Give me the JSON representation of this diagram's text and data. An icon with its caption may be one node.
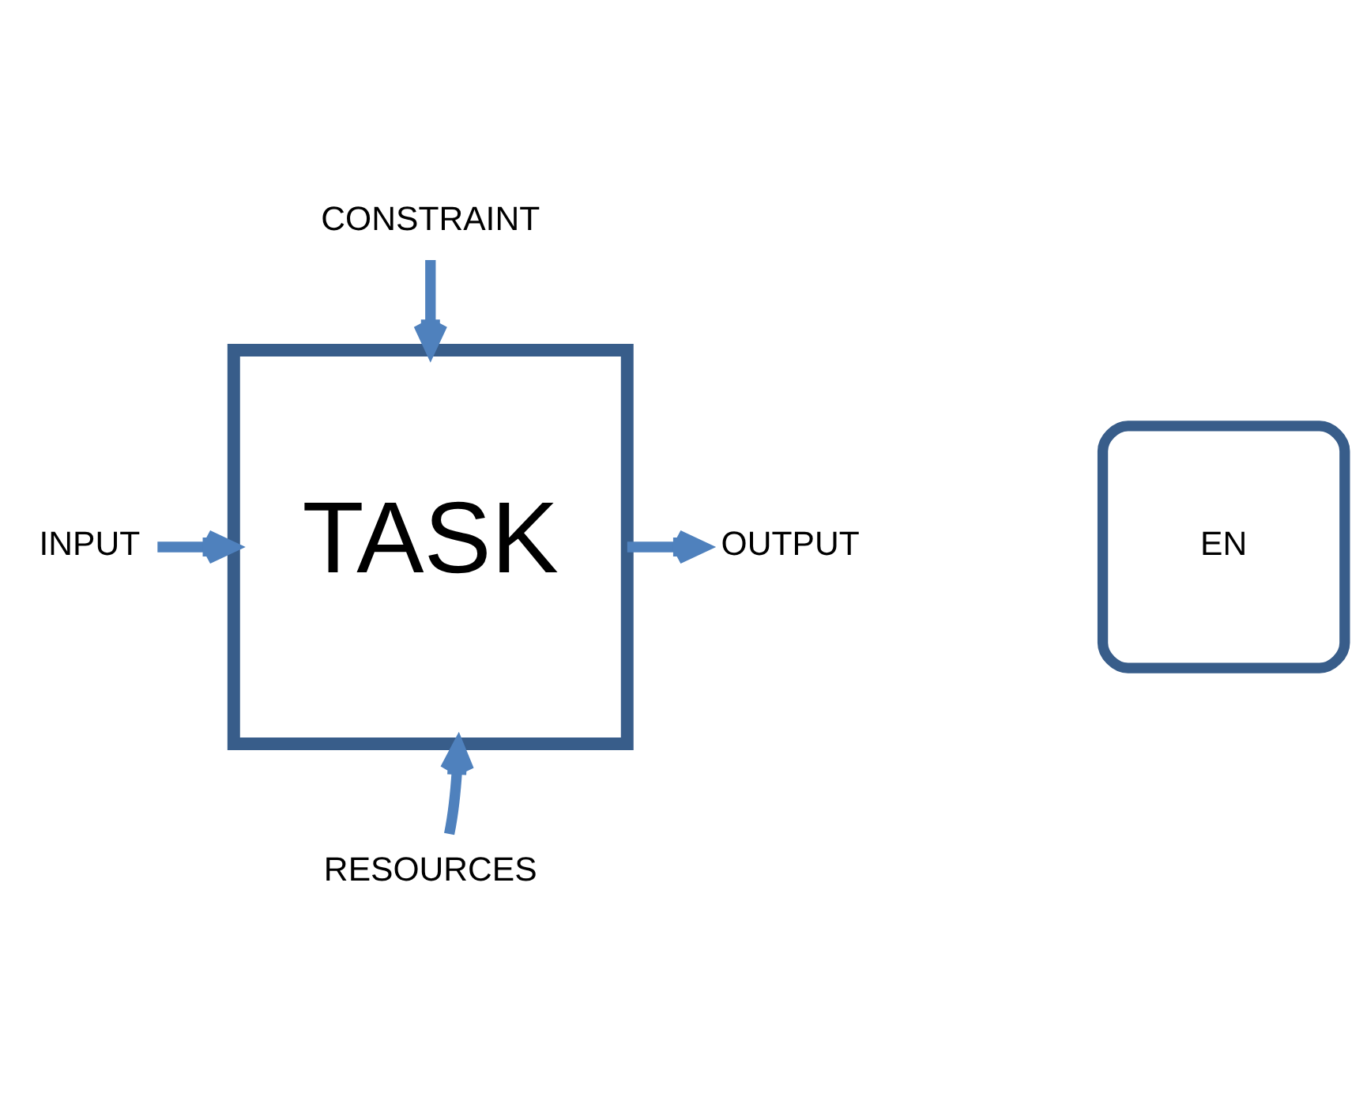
{
  "diagram": {
    "nodes": [
      {
        "text": [
          "TASK"
        ]
      },
      {
        "text": [
          "CONSTRAINT"
        ]
      },
      {
        "text": [
          "INPUT"
        ]
      },
      {
        "text": [
          "OUTPUT"
        ]
      },
      {
        "text": [
          "RESOURCES"
        ]
      },
      {
        "text": [
          "EN"
        ]
      }
    ],
    "edges": [
      {
        "from": 1,
        "to": 0,
        "arrow": "to"
      },
      {
        "from": 2,
        "to": 0,
        "arrow": "to"
      },
      {
        "from": 0,
        "to": 3,
        "arrow": "to"
      },
      {
        "from": 4,
        "to": 0,
        "arrow": "to"
      }
    ]
  }
}
